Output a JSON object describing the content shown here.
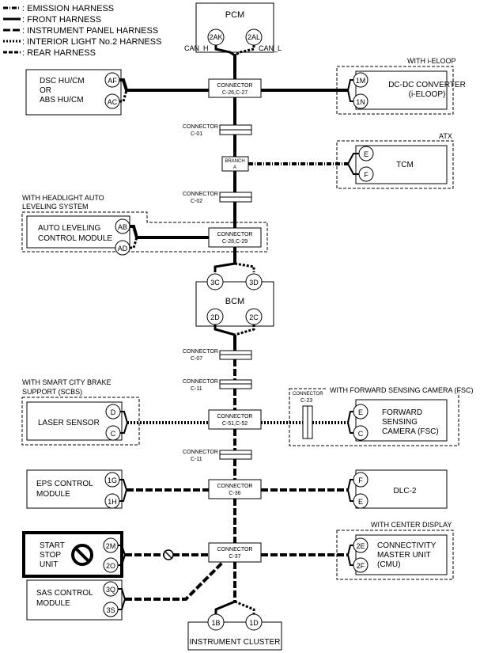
{
  "legend": [
    {
      "label": ": EMISSION HARNESS",
      "style": "emission"
    },
    {
      "label": ": FRONT HARNESS",
      "style": "front"
    },
    {
      "label": ": INSTRUMENT PANEL HARNESS",
      "style": "instrument"
    },
    {
      "label": ": INTERIOR LIGHT No.2 HARNESS",
      "style": "interior"
    },
    {
      "label": ": REAR HARNESS",
      "style": "rear"
    }
  ],
  "pcm": {
    "title": "PCM",
    "pin_h": "2AK",
    "pin_l": "2AL",
    "can_h": "CAN_H",
    "can_l": "CAN_L"
  },
  "dsc": {
    "line1": "DSC HU/CM",
    "line2": "OR",
    "line3": "ABS HU/CM",
    "pin1": "AF",
    "pin2": "AC"
  },
  "conn_c26": {
    "line1": "CONNECTOR",
    "line2": "C-26,C-27"
  },
  "dcdc": {
    "option": "WITH i-ELOOP",
    "line1": "DC-DC CONVERTER",
    "line2": "(i-ELOOP)",
    "pin1": "1M",
    "pin2": "1N"
  },
  "conn_c01": {
    "line1": "CONNECTOR",
    "line2": "C-01"
  },
  "branch": {
    "line1": "BRANCH",
    "line2": "A"
  },
  "tcm": {
    "option": "ATX",
    "label": "TCM",
    "pin1": "E",
    "pin2": "F"
  },
  "conn_c02": {
    "line1": "CONNECTOR",
    "line2": "C-02"
  },
  "alcm": {
    "option1": "WITH HEADLIGHT AUTO",
    "option2": "LEVELING SYSTEM",
    "line1": "AUTO LEVELING",
    "line2": "CONTROL MODULE",
    "pin1": "AB",
    "pin2": "AD"
  },
  "conn_c28": {
    "line1": "CONNECTOR",
    "line2": "C-28,C-29"
  },
  "bcm": {
    "label": "BCM",
    "pin1": "3C",
    "pin2": "3D",
    "pin3": "2D",
    "pin4": "2C"
  },
  "conn_c07": {
    "line1": "CONNECTOR",
    "line2": "C-07"
  },
  "conn_c11a": {
    "line1": "CONNECTOR",
    "line2": "C-11"
  },
  "laser": {
    "option1": "WITH SMART CITY BRAKE",
    "option2": "SUPPORT (SCBS)",
    "label": "LASER SENSOR",
    "pin1": "D",
    "pin2": "C"
  },
  "conn_c51": {
    "line1": "CONNECTOR",
    "line2": "C-51,C-52"
  },
  "conn_c23": {
    "line1": "CONNECTOR",
    "line2": "C-23"
  },
  "fsc": {
    "option": "WITH FORWARD SENSING CAMERA (FSC)",
    "line1": "FORWARD",
    "line2": "SENSING",
    "line3": "CAMERA (FSC)",
    "pin1": "E",
    "pin2": "C"
  },
  "conn_c11b": {
    "line1": "CONNECTOR",
    "line2": "C-11"
  },
  "eps": {
    "line1": "EPS CONTROL",
    "line2": "MODULE",
    "pin1": "1G",
    "pin2": "1H"
  },
  "conn_c36": {
    "line1": "CONNECTOR",
    "line2": "C-36"
  },
  "dlc": {
    "label": "DLC-2",
    "pin1": "F",
    "pin2": "E"
  },
  "startstop": {
    "line1": "START",
    "line2": "STOP",
    "line3": "UNIT",
    "pin1": "2M",
    "pin2": "2O"
  },
  "conn_c37": {
    "line1": "CONNECTOR",
    "line2": "C-37"
  },
  "cmu": {
    "option": "WITH CENTER DISPLAY",
    "line1": "CONNECTIVITY",
    "line2": "MASTER UNIT",
    "line3": "(CMU)",
    "pin1": "2E",
    "pin2": "2F"
  },
  "sas": {
    "line1": "SAS CONTROL",
    "line2": "MODULE",
    "pin1": "3Q",
    "pin2": "3S"
  },
  "cluster": {
    "label": "INSTRUMENT CLUSTER",
    "pin1": "1B",
    "pin2": "1D"
  }
}
